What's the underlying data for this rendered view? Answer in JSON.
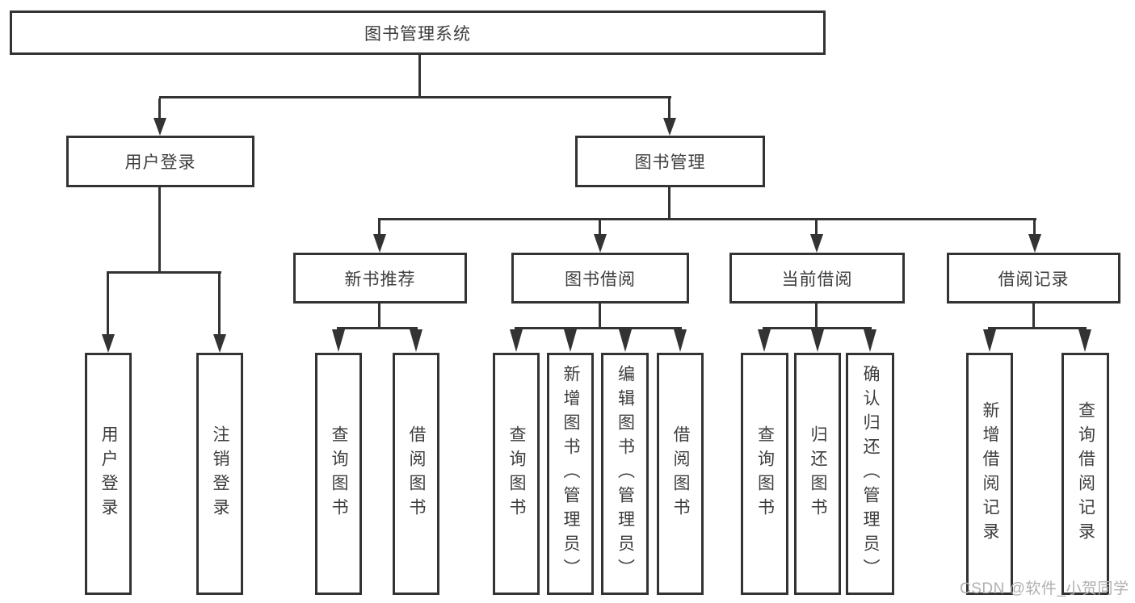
{
  "diagram": {
    "title": "图书管理系统",
    "watermark": "CSDN @软件_小贺同学",
    "colors": {
      "line": "#333333",
      "text": "#3d3d3d",
      "background": "#ffffff",
      "watermark": "#b0b0b0"
    },
    "tree": {
      "label": "图书管理系统",
      "children": [
        {
          "label": "用户登录",
          "children": [
            {
              "label": "用户登录"
            },
            {
              "label": "注销登录"
            }
          ]
        },
        {
          "label": "图书管理",
          "children": [
            {
              "label": "新书推荐",
              "children": [
                {
                  "label": "查询图书"
                },
                {
                  "label": "借阅图书"
                }
              ]
            },
            {
              "label": "图书借阅",
              "children": [
                {
                  "label": "查询图书"
                },
                {
                  "label": "新增图书（管理员）"
                },
                {
                  "label": "编辑图书（管理员）"
                },
                {
                  "label": "借阅图书"
                }
              ]
            },
            {
              "label": "当前借阅",
              "children": [
                {
                  "label": "查询图书"
                },
                {
                  "label": "归还图书"
                },
                {
                  "label": "确认归还（管理员）"
                }
              ]
            },
            {
              "label": "借阅记录",
              "children": [
                {
                  "label": "新增借阅记录"
                },
                {
                  "label": "查询借阅记录"
                }
              ]
            }
          ]
        }
      ]
    }
  }
}
